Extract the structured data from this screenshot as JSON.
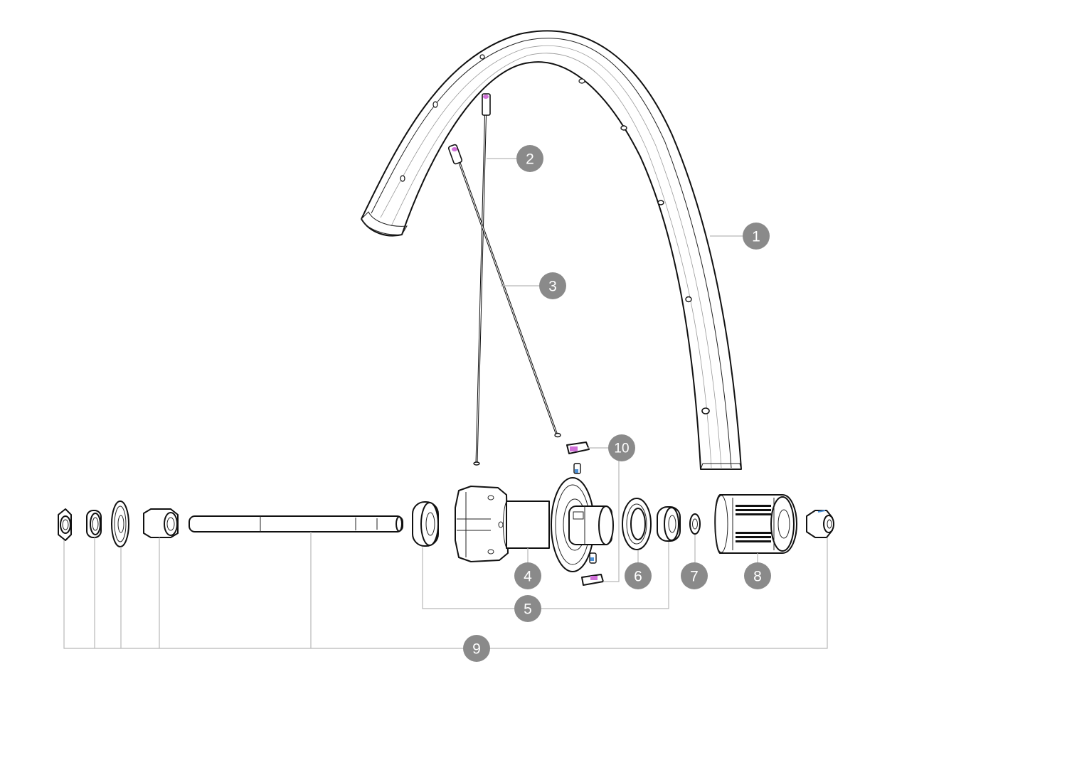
{
  "callouts": [
    {
      "id": "1",
      "label": "1",
      "part": "rim"
    },
    {
      "id": "2",
      "label": "2",
      "part": "spoke-straight"
    },
    {
      "id": "3",
      "label": "3",
      "part": "spoke-diagonal"
    },
    {
      "id": "4",
      "label": "4",
      "part": "hub-body"
    },
    {
      "id": "5",
      "label": "5",
      "part": "hub-bearings"
    },
    {
      "id": "6",
      "label": "6",
      "part": "seal"
    },
    {
      "id": "7",
      "label": "7",
      "part": "washer"
    },
    {
      "id": "8",
      "label": "8",
      "part": "freehub-body"
    },
    {
      "id": "9",
      "label": "9",
      "part": "axle-kit"
    },
    {
      "id": "10",
      "label": "10",
      "part": "pawls"
    }
  ],
  "colors": {
    "badge": "#8a8a8a",
    "badge_text": "#ffffff",
    "leader": "#b8b8b8",
    "outline": "#111111",
    "nipple_accent": "#d070d8",
    "spring_accent": "#4a90d9"
  }
}
